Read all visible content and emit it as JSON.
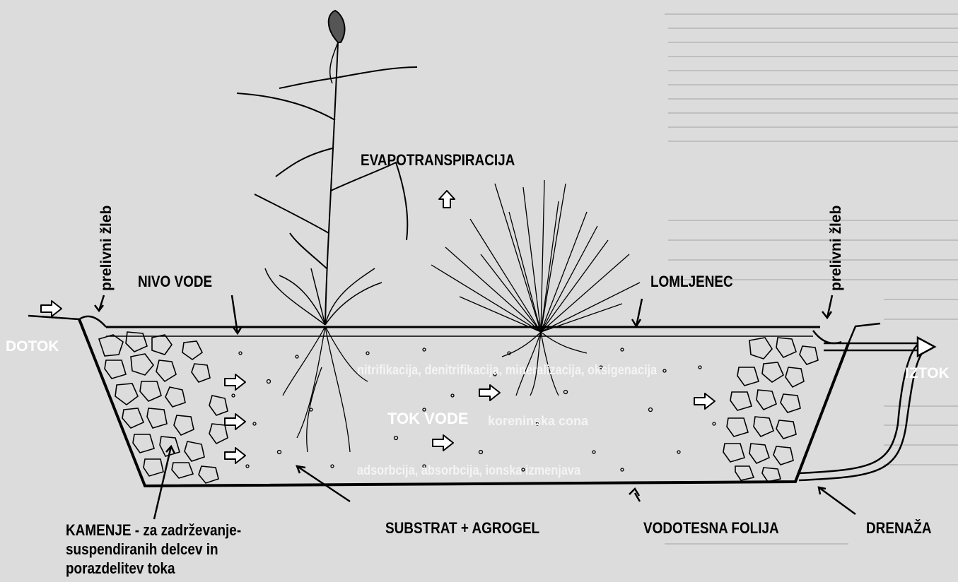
{
  "labels": {
    "evapotranspiration": "EVAPOTRANSPIRACIJA",
    "water_level": "NIVO VODE",
    "gravel_top": "LOMLJENEC",
    "overflow_left": "prelivni žleb",
    "overflow_right": "prelivni žleb",
    "inflow": "DOTOK",
    "outflow": "IZTOK",
    "processes_top": "nitrifikacija, denitrifikacija, mineralizacija, oksigenacija",
    "water_flow": "TOK VODE",
    "root_zone": "koreninska cona",
    "processes_bottom": "adsorbcija, absorbcija, ionska izmenjava",
    "stones": "KAMENJE - za zadrževanje- suspendiranih delcev in porazdelitev toka",
    "substrate": "SUBSTRAT + AGROGEL",
    "liner": "VODOTESNA FOLIJA",
    "drainage": "DRENAŽA"
  },
  "colors": {
    "background": "#dcdcdc",
    "ink": "#000000",
    "overlay_text": "#ffffff"
  },
  "icons": {
    "flow_arrow": "outline-arrow-right-icon",
    "evap_arrow": "outline-arrow-up-icon"
  }
}
